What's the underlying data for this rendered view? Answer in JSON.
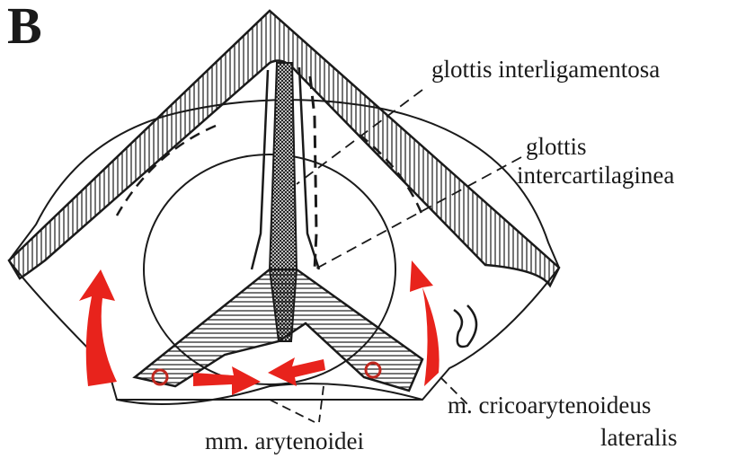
{
  "panel_label": "B",
  "labels": {
    "glottis_interligamentosa": "glottis interligamentosa",
    "glottis_intercartilaginea_1": "glottis",
    "glottis_intercartilaginea_2": "intercartilaginea",
    "cricoarytenoideus_1": "m. cricoarytenoideus",
    "cricoarytenoideus_2": "lateralis",
    "arytenoidei": "mm. arytenoidei"
  },
  "colors": {
    "ink": "#1a1a1a",
    "arrow_red": "#e8231c",
    "paper": "#ffffff"
  }
}
